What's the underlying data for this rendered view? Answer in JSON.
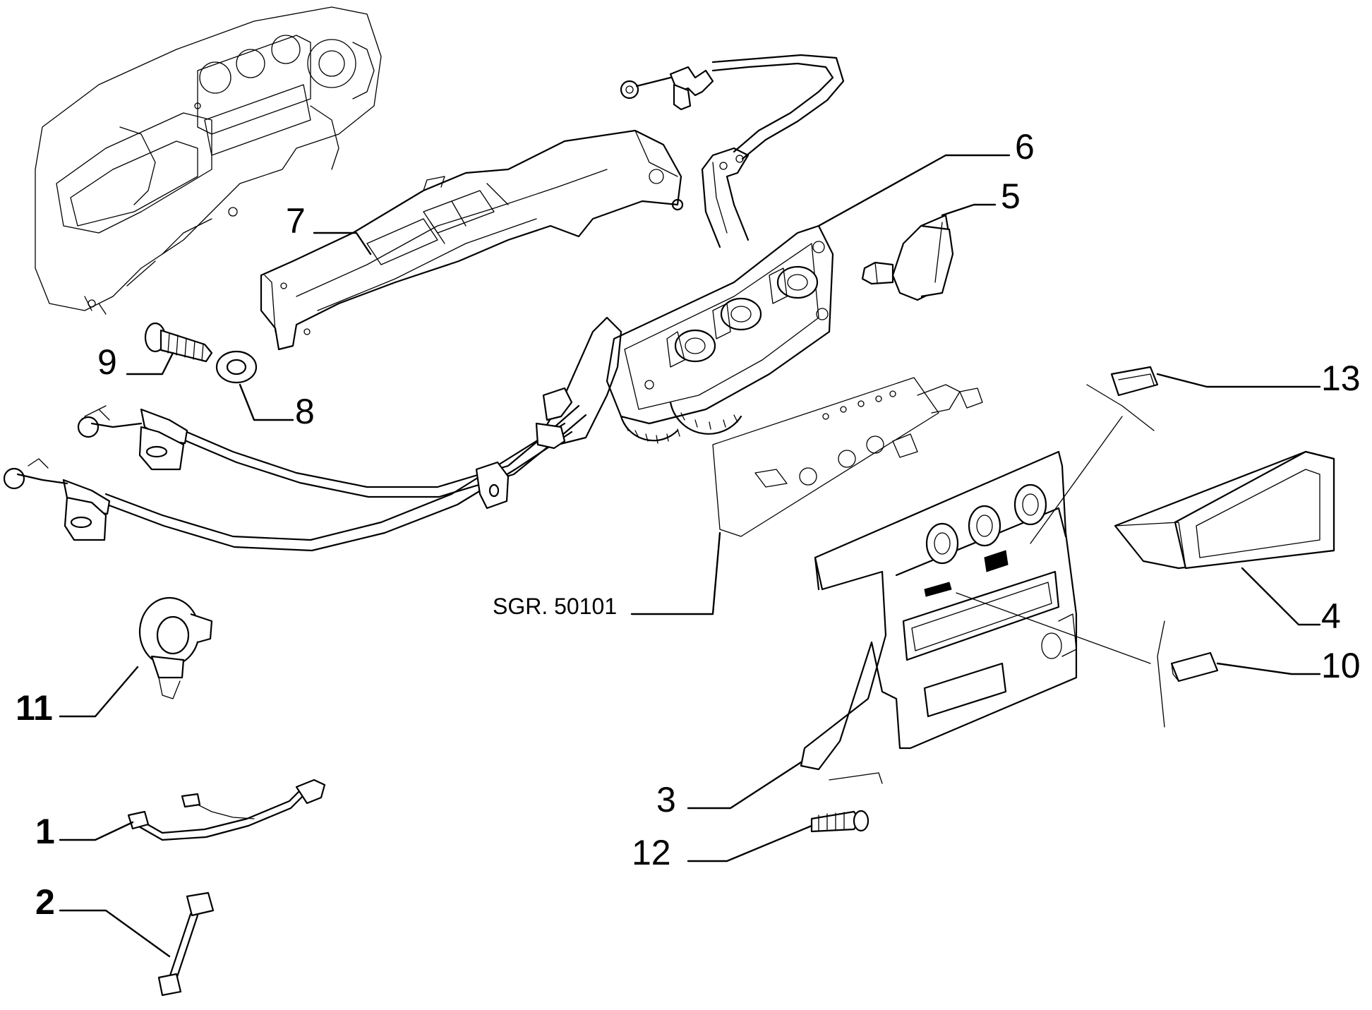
{
  "callouts": {
    "c1": "1",
    "c2": "2",
    "c3": "3",
    "c4": "4",
    "c5": "5",
    "c6": "6",
    "c7": "7",
    "c8": "8",
    "c9": "9",
    "c10": "10",
    "c11": "11",
    "c12": "12",
    "c13": "13"
  },
  "reference": "SGR. 50101"
}
